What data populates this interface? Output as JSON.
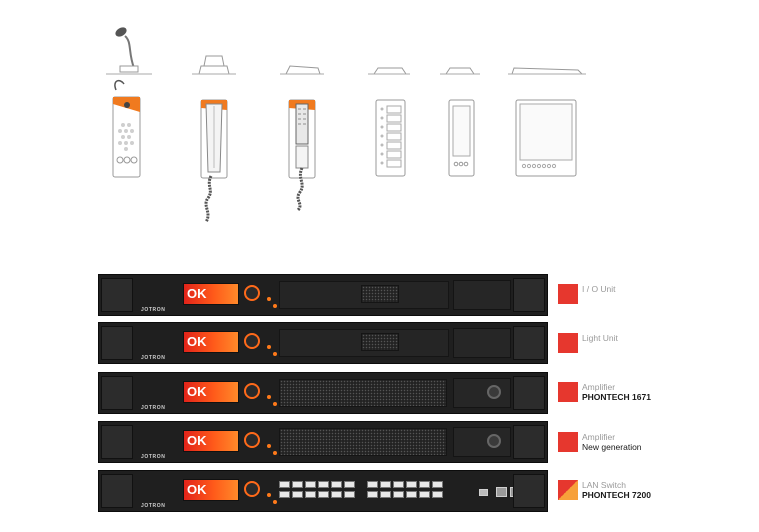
{
  "rack_units": [
    {
      "display": "OK",
      "brand": "JOTRON",
      "label": "I / O Unit",
      "label2": "",
      "variant": "io"
    },
    {
      "display": "OK",
      "brand": "JOTRON",
      "label": "Light Unit",
      "label2": "",
      "variant": "light"
    },
    {
      "display": "OK",
      "brand": "JOTRON",
      "label": "Amplifier",
      "label2": "PHONTECH 1671",
      "variant": "amp"
    },
    {
      "display": "OK",
      "brand": "JOTRON",
      "label": "Amplifier",
      "label2": "New generation",
      "variant": "amp-new"
    },
    {
      "display": "OK",
      "brand": "JOTRON",
      "label": "LAN Switch",
      "label2": "PHONTECH 7200",
      "variant": "switch"
    }
  ],
  "colors": {
    "accent": "#f07a1f",
    "legend": "#e6372e",
    "rack": "#1f1f1f"
  }
}
